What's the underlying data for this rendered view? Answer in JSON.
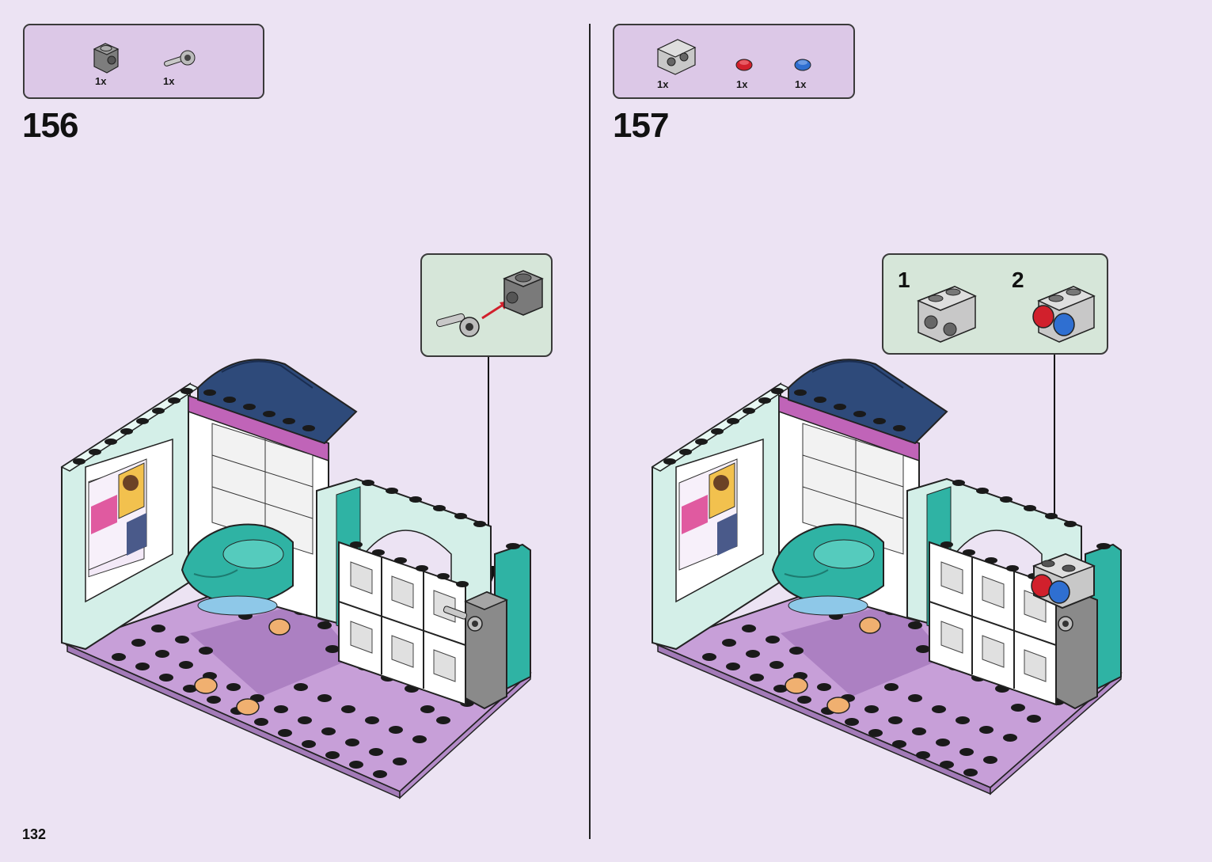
{
  "page_number": "132",
  "steps": [
    {
      "number": "156",
      "parts": [
        {
          "icon": "dark-gray-brick-1x1-with-stud-icon",
          "qty": "1x"
        },
        {
          "icon": "gray-bar-with-clip-icon",
          "qty": "1x"
        }
      ]
    },
    {
      "number": "157",
      "parts": [
        {
          "icon": "light-gray-brick-1x2-with-studs-icon",
          "qty": "1x"
        },
        {
          "icon": "red-round-plate-icon",
          "qty": "1x"
        },
        {
          "icon": "blue-round-plate-icon",
          "qty": "1x"
        }
      ],
      "substeps": [
        "1",
        "2"
      ]
    }
  ],
  "colors": {
    "page_bg": "#ece3f3",
    "parts_box": "#dcc8e7",
    "callout_bg": "#d6e6d9",
    "baseplate": "#c79fd8",
    "mint": "#d4efe8",
    "teal": "#2fb3a4",
    "navy": "#2e4a7a",
    "red_arrow": "#d1202c"
  }
}
